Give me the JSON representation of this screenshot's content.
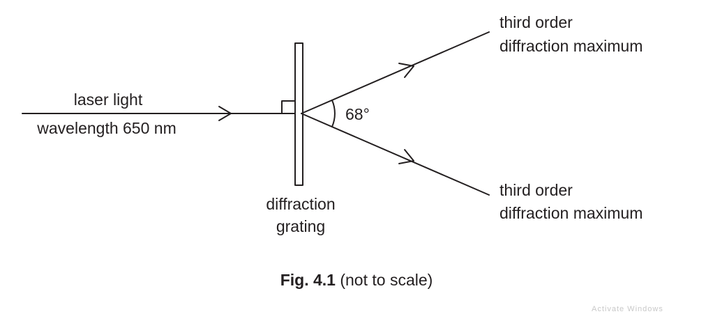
{
  "labels": {
    "laser_line1": "laser light",
    "laser_line2": "wavelength 650 nm",
    "upper_line1": "third order",
    "upper_line2": "diffraction maximum",
    "lower_line1": "third order",
    "lower_line2": "diffraction maximum",
    "angle": "68°",
    "grating_line1": "diffraction",
    "grating_line2": "grating"
  },
  "caption": {
    "figure": "Fig. 4.1",
    "note": " (not to scale)"
  },
  "watermark": "Activate Windows",
  "colors": {
    "ink": "#231f20"
  }
}
